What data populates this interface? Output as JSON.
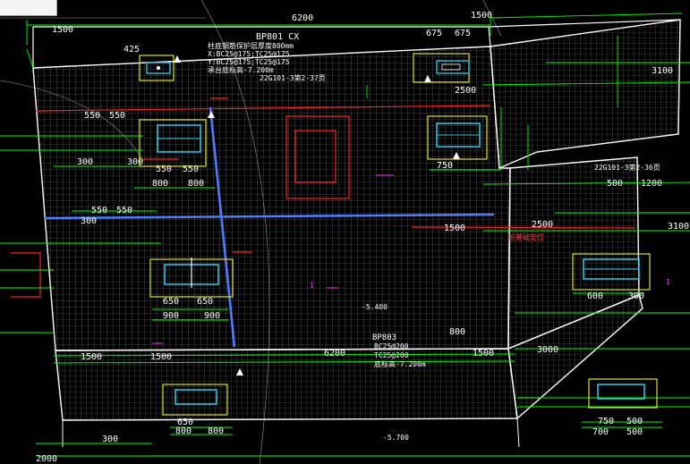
{
  "window_tab": {
    "label": ""
  },
  "colors": {
    "background": "#000000",
    "outline": "#ffffff",
    "grid": "#7a7a7a",
    "dimension": "#00ff00",
    "red": "#ff2020",
    "yellow": "#e0e020",
    "cyan": "#30c0e0",
    "blue": "#4060ff",
    "magenta": "#ff30ff"
  },
  "labels": {
    "dim_6200_top": "6200",
    "dim_1500_top_right": "1500",
    "dim_1500_top_left": "1500",
    "dim_425": "425",
    "dim_675_a": "675",
    "dim_675_b": "675",
    "dim_3100_top": "3100",
    "dim_2500_mid": "2500",
    "dim_550_a": "550",
    "dim_550_b": "550",
    "dim_300_left": "300",
    "dim_300_left2": "300",
    "dim_550_c": "550",
    "dim_550_d": "550",
    "dim_800_a": "800",
    "dim_800_b": "800",
    "dim_750": "750",
    "dim_500_right": "500",
    "dim_1200": "1200",
    "dim_550_e": "550",
    "dim_550_f": "550",
    "dim_300_mid": "300",
    "dim_2500_right": "2500",
    "dim_3100_right": "3100",
    "dim_1500_mid": "1500",
    "dim_650_a": "650",
    "dim_650_b": "650",
    "dim_900_a": "900",
    "dim_900_b": "900",
    "dim_600": "600",
    "dim_300_right": "300",
    "dim_800_lower": "800",
    "dim_1500_bottom_left": "1500",
    "dim_6200_bottom": "6200",
    "dim_1500_bottom_right": "1500",
    "dim_3000": "3000",
    "dim_650_bottom": "650",
    "dim_800_bottom": "800",
    "dim_300_bottom": "300",
    "dim_2000": "2000",
    "dim_750_bottom": "750",
    "dim_500_bottom": "500",
    "dim_700_bottom": "700",
    "dim_800_bottom2": "800",
    "dim_500_bottom_right": "500",
    "bp801_title": "BP801 CX",
    "bp801_l1": "柱底钢筋保护层厚度800mm",
    "bp801_l2": "X:BC25@175;TC25@175",
    "bp801_l3": "Y:BC25@175;TC25@175",
    "bp801_l4": "承台底标高-7.200m",
    "bp801_l5": "22G101-3第2-37页",
    "bp803_title": "BP803",
    "bp803_l1": "BC25@200",
    "bp803_l2": "TC25@200",
    "bp803_l3": "底标高-7.200m",
    "right_note_1": "22G101-3第2-36页",
    "elev_5400": "-5.400",
    "elev_5700": "-5.700",
    "pile_note": "桩基础定位",
    "mark_1_a": "1",
    "mark_1_b": "1"
  }
}
